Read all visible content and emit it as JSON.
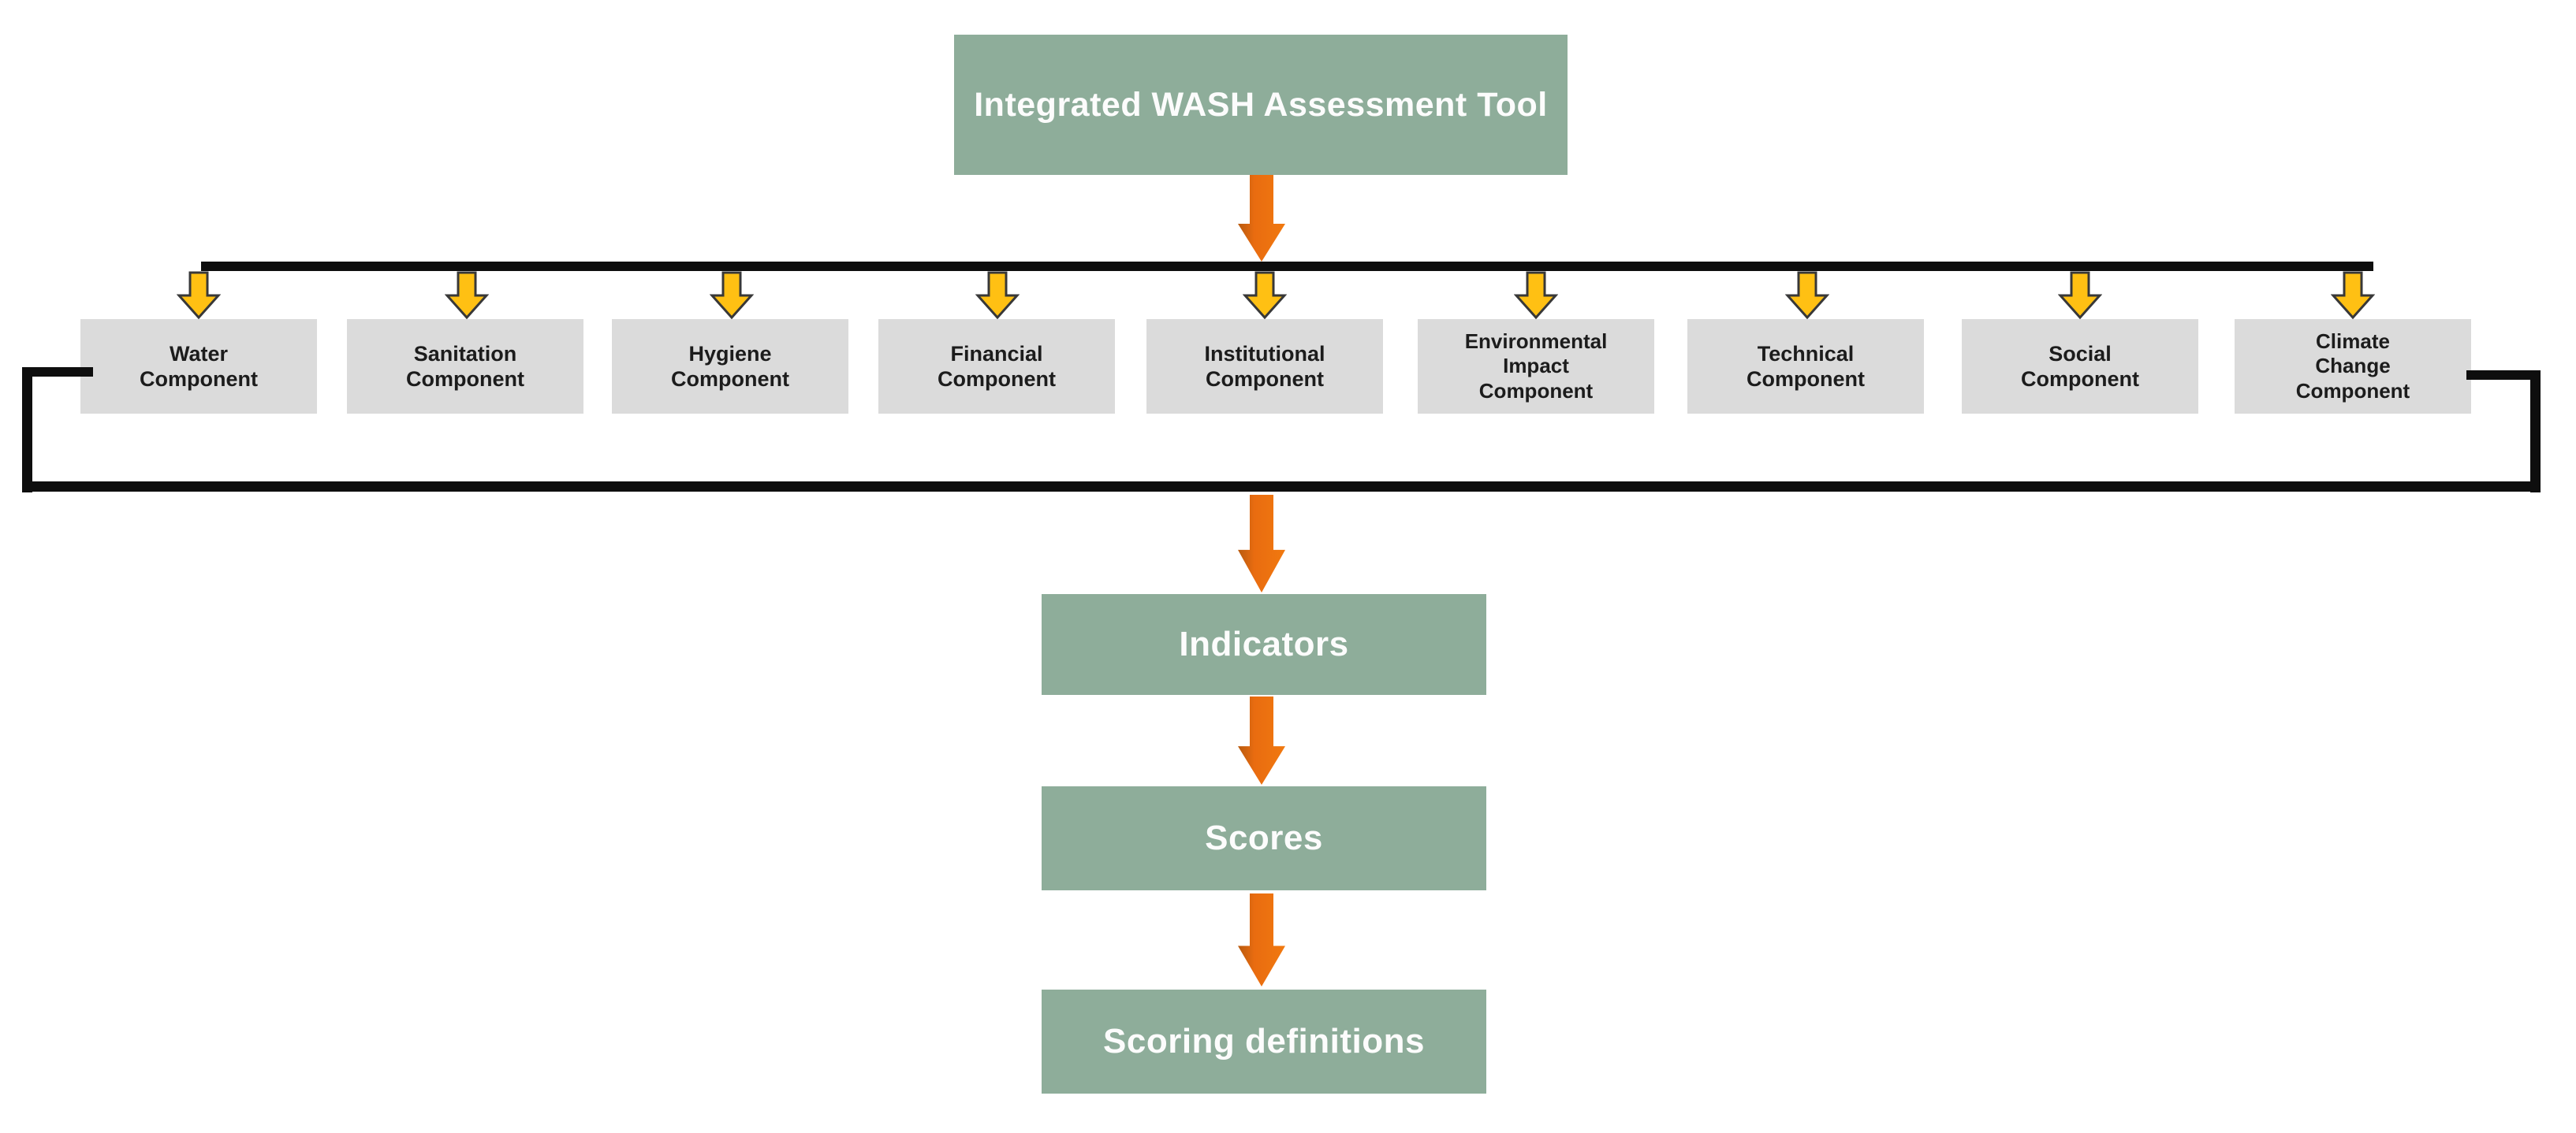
{
  "header": {
    "label": "Integrated WASH Assessment Tool"
  },
  "components": [
    {
      "label": "Water\nComponent"
    },
    {
      "label": "Sanitation\nComponent"
    },
    {
      "label": "Hygiene\nComponent"
    },
    {
      "label": "Financial\nComponent"
    },
    {
      "label": "Institutional\nComponent"
    },
    {
      "label": "Environmental\nImpact\nComponent"
    },
    {
      "label": "Technical\nComponent"
    },
    {
      "label": "Social\nComponent"
    },
    {
      "label": "Climate\nChange\nComponent"
    }
  ],
  "flow": [
    {
      "label": "Indicators"
    },
    {
      "label": "Scores"
    },
    {
      "label": "Scoring definitions"
    }
  ],
  "colors": {
    "header_green": "#8ead9a",
    "component_gray": "#dbdbdb",
    "arrow_orange": "#e96c10",
    "arrow_yellow": "#ffc013",
    "connector_black": "#0e0e0e"
  }
}
